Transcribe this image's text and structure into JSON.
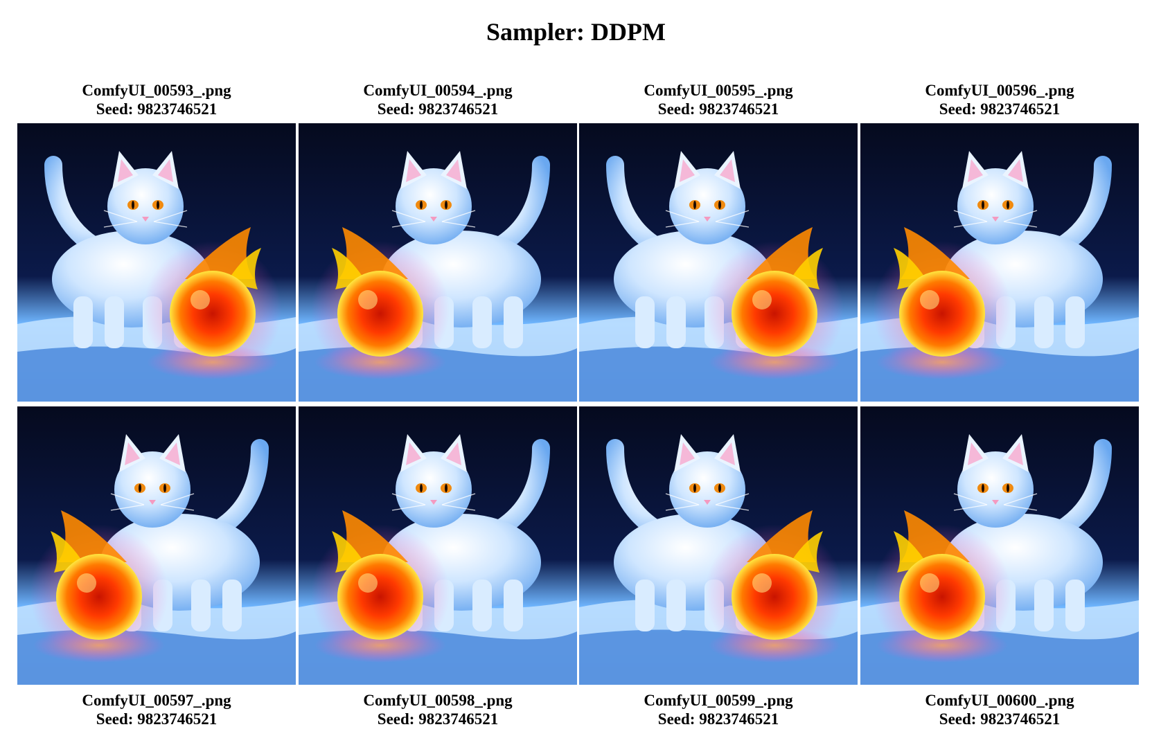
{
  "title": "Sampler: DDPM",
  "colors": {
    "background": "#ffffff",
    "text": "#000000",
    "ice": "#cfe6ff",
    "night": "#050a1e",
    "fire": "#ff7a00"
  },
  "images": [
    {
      "filename": "ComfyUI_00593_.png",
      "seed": "Seed: 9823746521",
      "icon": "ice-cat-fire-ball-image",
      "ball_side": "right",
      "tail_side": "left"
    },
    {
      "filename": "ComfyUI_00594_.png",
      "seed": "Seed: 9823746521",
      "icon": "ice-cat-fire-ball-image",
      "ball_side": "left",
      "tail_side": "right"
    },
    {
      "filename": "ComfyUI_00595_.png",
      "seed": "Seed: 9823746521",
      "icon": "ice-cat-fire-ball-image",
      "ball_side": "right",
      "tail_side": "left"
    },
    {
      "filename": "ComfyUI_00596_.png",
      "seed": "Seed: 9823746521",
      "icon": "ice-cat-fire-ball-image",
      "ball_side": "left",
      "tail_side": "right"
    },
    {
      "filename": "ComfyUI_00597_.png",
      "seed": "Seed: 9823746521",
      "icon": "ice-cat-fire-ball-image",
      "ball_side": "left",
      "tail_side": "right"
    },
    {
      "filename": "ComfyUI_00598_.png",
      "seed": "Seed: 9823746521",
      "icon": "ice-cat-fire-ball-image",
      "ball_side": "left",
      "tail_side": "right"
    },
    {
      "filename": "ComfyUI_00599_.png",
      "seed": "Seed: 9823746521",
      "icon": "ice-cat-fire-ball-image",
      "ball_side": "right",
      "tail_side": "left"
    },
    {
      "filename": "ComfyUI_00600_.png",
      "seed": "Seed: 9823746521",
      "icon": "ice-cat-fire-ball-image",
      "ball_side": "left",
      "tail_side": "right"
    }
  ]
}
